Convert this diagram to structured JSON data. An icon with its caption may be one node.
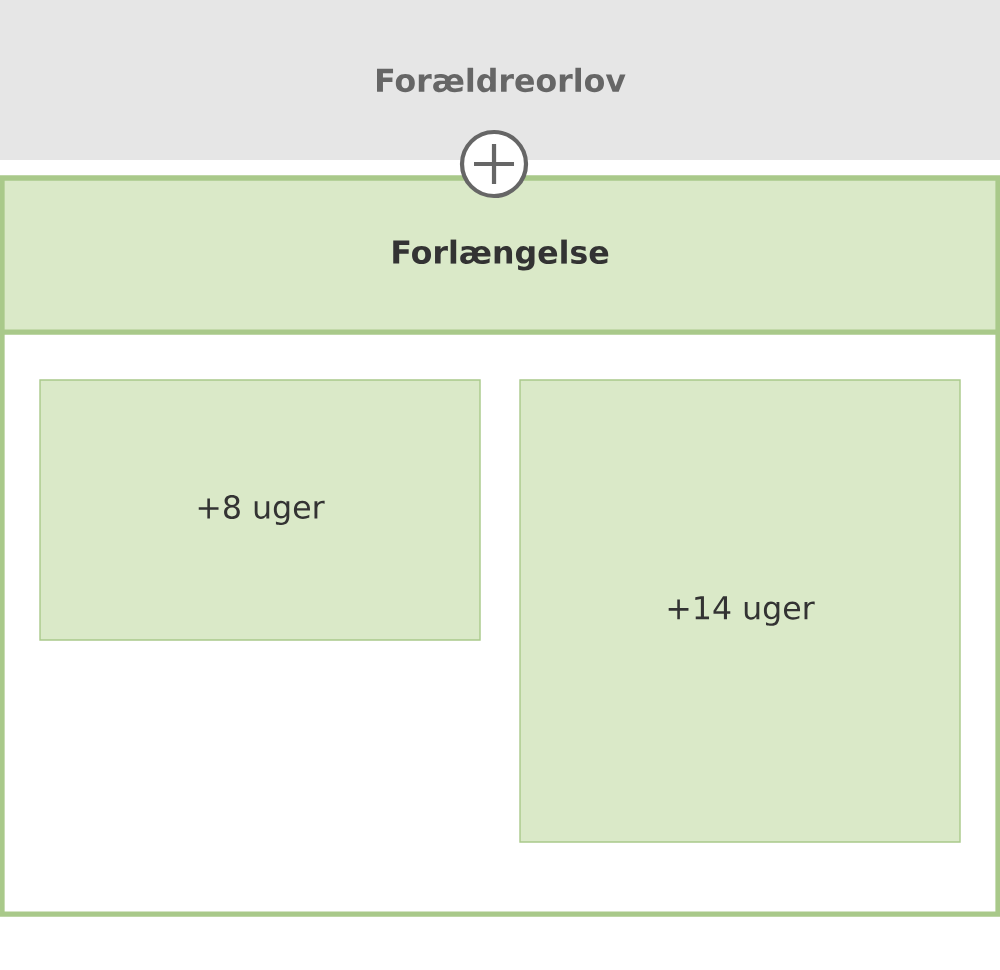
{
  "diagram": {
    "nodes": [
      {
        "text": [
          "Forældreorlov"
        ]
      },
      {
        "text": [
          "Forlængelse"
        ]
      },
      {
        "text": [
          "+8 uger"
        ],
        "in": 1
      },
      {
        "text": [
          "+14 uger"
        ],
        "in": 1
      }
    ]
  }
}
